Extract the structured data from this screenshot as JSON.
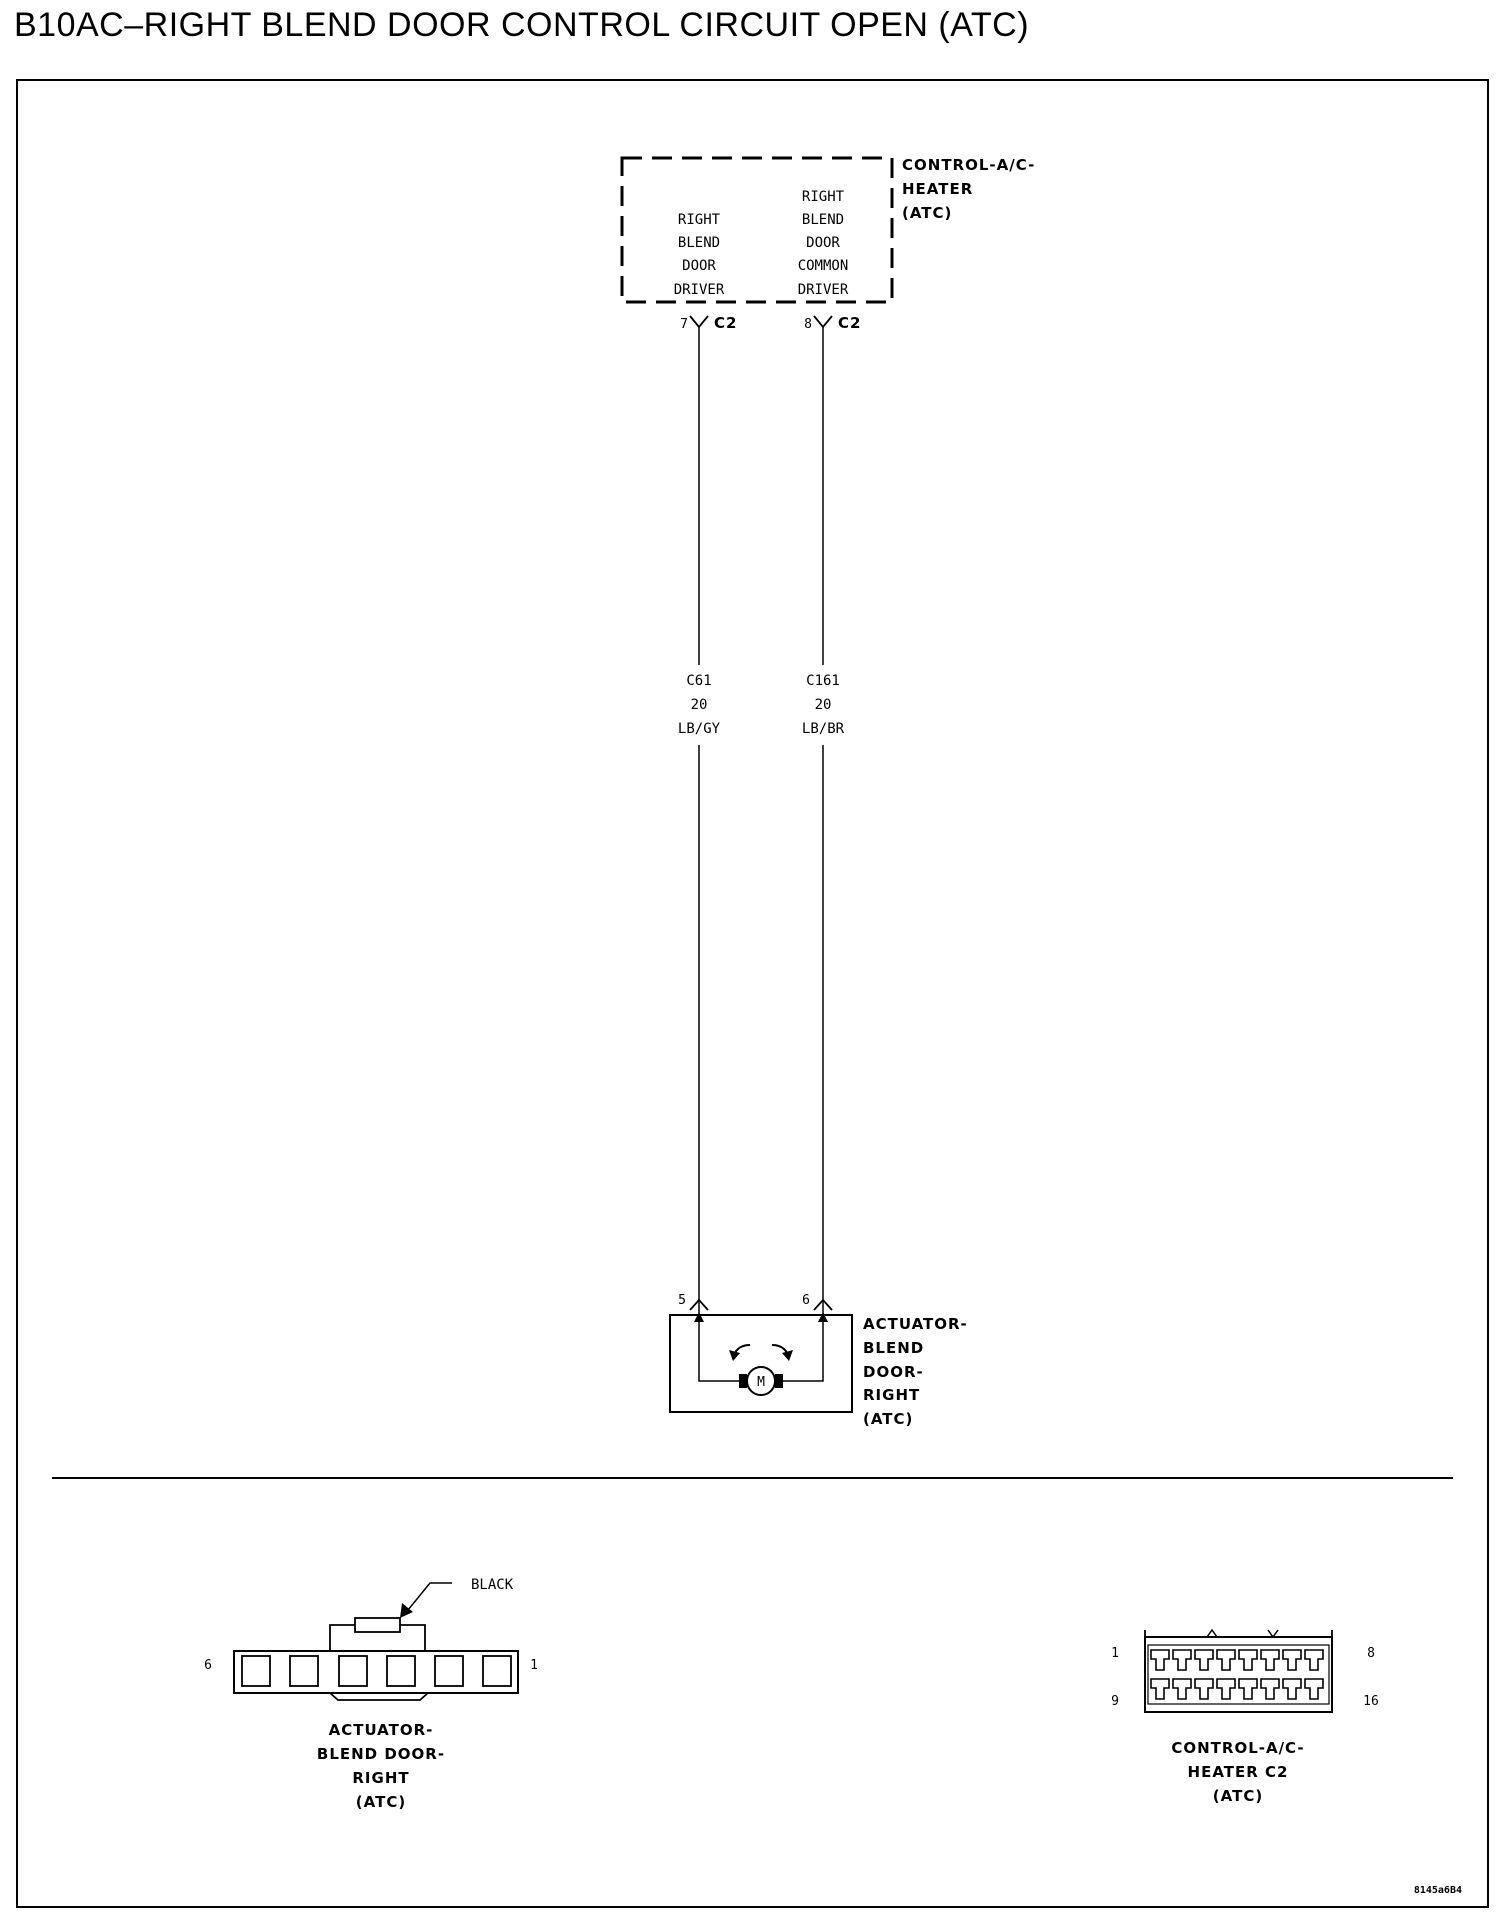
{
  "title": "B10AC–RIGHT BLEND DOOR CONTROL CIRCUIT OPEN (ATC)",
  "module": {
    "name_lines": [
      "CONTROL-A/C-",
      "HEATER",
      "(ATC)"
    ],
    "pin_left_lines": [
      "RIGHT",
      "BLEND",
      "DOOR",
      "DRIVER"
    ],
    "pin_right_lines": [
      "RIGHT",
      "BLEND",
      "DOOR",
      "COMMON",
      "DRIVER"
    ],
    "connector_left": {
      "pin": "7",
      "connector": "C2"
    },
    "connector_right": {
      "pin": "8",
      "connector": "C2"
    }
  },
  "wires": [
    {
      "circuit": "C61",
      "gauge": "20",
      "color": "LB/GY"
    },
    {
      "circuit": "C161",
      "gauge": "20",
      "color": "LB/BR"
    }
  ],
  "actuator": {
    "name_lines": [
      "ACTUATOR-",
      "BLEND",
      "DOOR-",
      "RIGHT",
      "(ATC)"
    ],
    "pin_left": "5",
    "pin_right": "6",
    "motor_label": "M"
  },
  "connector_views": {
    "actuator": {
      "callout": "BLACK",
      "pin_left": "6",
      "pin_right": "1",
      "caption_lines": [
        "ACTUATOR-",
        "BLEND DOOR-",
        "RIGHT",
        "(ATC)"
      ]
    },
    "module": {
      "pin_top_left": "1",
      "pin_top_right": "8",
      "pin_bottom_left": "9",
      "pin_bottom_right": "16",
      "caption_lines": [
        "CONTROL-A/C-",
        "HEATER C2",
        "(ATC)"
      ]
    }
  },
  "figure_id": "8145a6B4"
}
